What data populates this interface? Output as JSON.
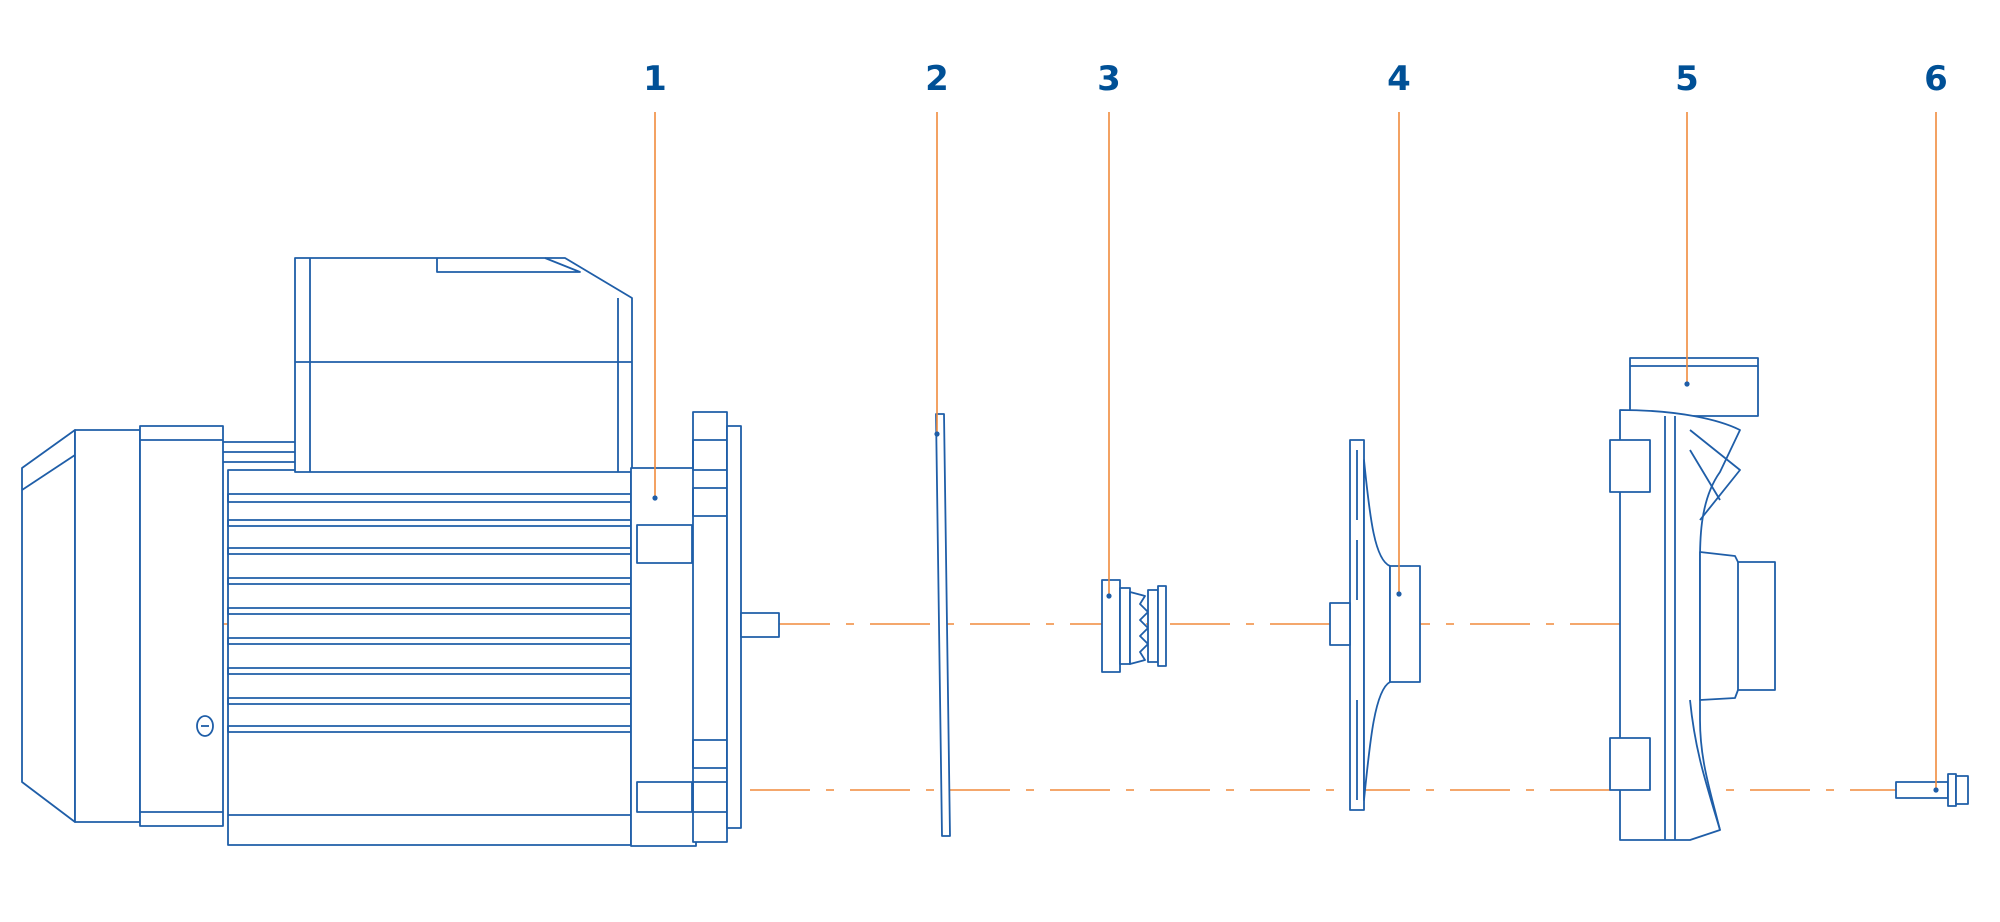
{
  "colors": {
    "line": "#1f5ea8",
    "label": "#005096",
    "leader": "#f08a3c"
  },
  "callouts": [
    {
      "label": "1"
    },
    {
      "label": "2"
    },
    {
      "label": "3"
    },
    {
      "label": "4"
    },
    {
      "label": "5"
    },
    {
      "label": "6"
    }
  ]
}
